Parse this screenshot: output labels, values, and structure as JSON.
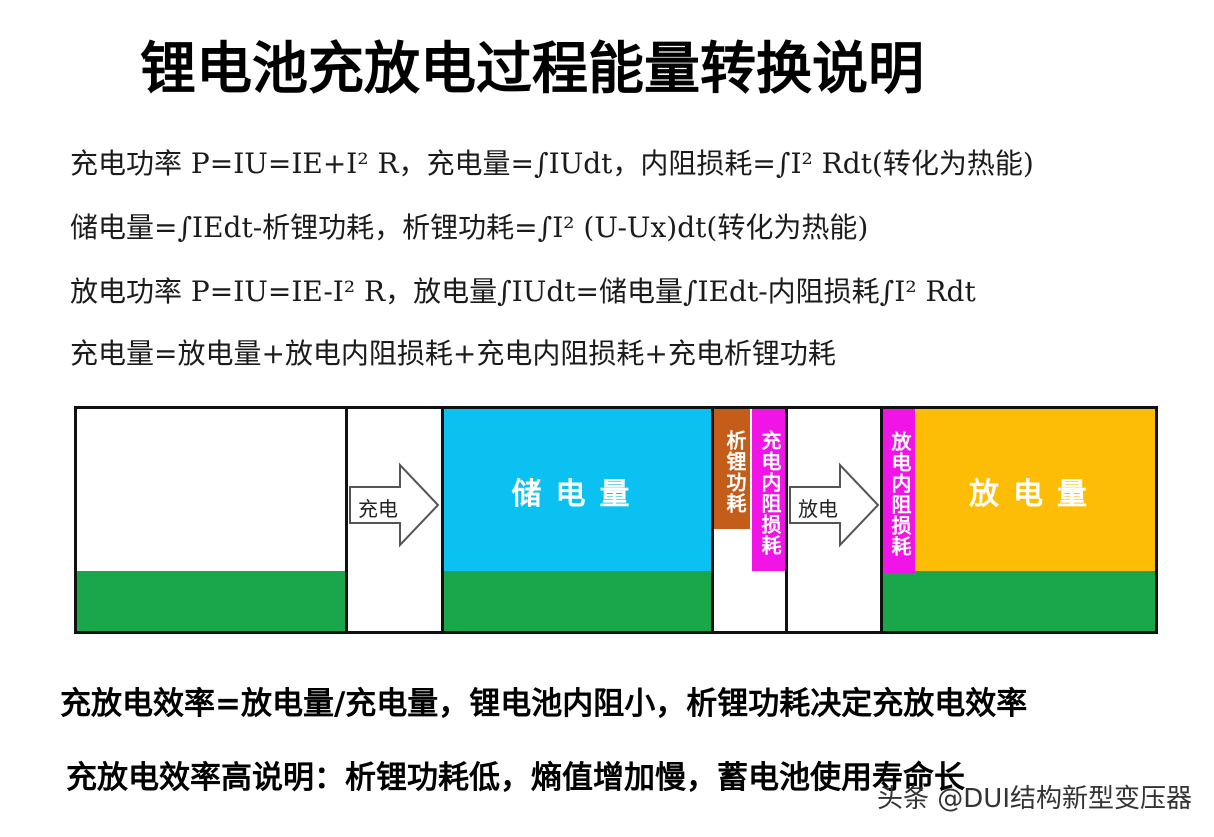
{
  "title": "锂电池充放电过程能量转换说明",
  "formulas": [
    "充电功率 P=IU=IE+I² R，充电量=∫IUdt，内阻损耗=∫I² Rdt(转化为热能)",
    "储电量=∫IEdt-析锂功耗，析锂功耗=∫I² (U-Ux)dt(转化为热能)",
    "放电功率 P=IU=IE-I² R，放电量∫IUdt=储电量∫IEdt-内阻损耗∫I² Rdt",
    "充电量=放电量+放电内阻损耗+充电内阻损耗+充电析锂功耗"
  ],
  "diagram": {
    "charge_arrow": "充电",
    "storage": "储电量",
    "lithium_loss": "析锂功耗",
    "charge_resistance_loss": "充电内阻损耗",
    "discharge_arrow": "放电",
    "discharge_resistance_loss": "放电内阻损耗",
    "discharge": "放电量",
    "colors": {
      "green": "#1aa64a",
      "cyan": "#0bc1f1",
      "brown": "#c45d1a",
      "magenta": "#f014e6",
      "orange": "#fdbd07"
    }
  },
  "bottom": {
    "line1": "充放电效率=放电量/充电量，锂电池内阻小，析锂功耗决定充放电效率",
    "line2": "充放电效率高说明：析锂功耗低，熵值增加慢，蓄电池使用寿命长"
  },
  "watermark": "头条 @DUI结构新型变压器"
}
